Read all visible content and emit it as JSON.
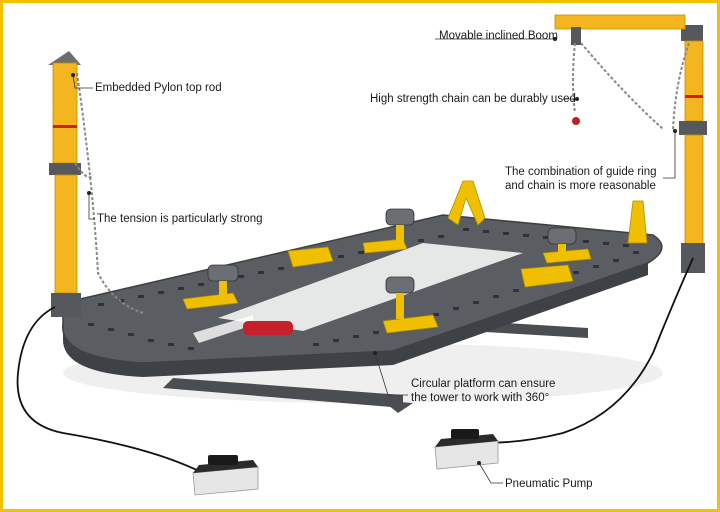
{
  "labels": {
    "boom": "Movable inclined Boom",
    "chain": "High strength chain can be durably used",
    "pylon": "Embedded Pylon top rod",
    "guide_line1": "The combination of guide ring",
    "guide_line2": "and chain is more reasonable",
    "tension": "The tension is particularly strong",
    "platform_line1": "Circular platform can ensure",
    "platform_line2": "the tower to work with 360°",
    "pump": "Pneumatic Pump"
  },
  "colors": {
    "border": "#f2c200",
    "tower": "#f3b61f",
    "frame": "#55585c",
    "clamp": "#f0c000"
  }
}
